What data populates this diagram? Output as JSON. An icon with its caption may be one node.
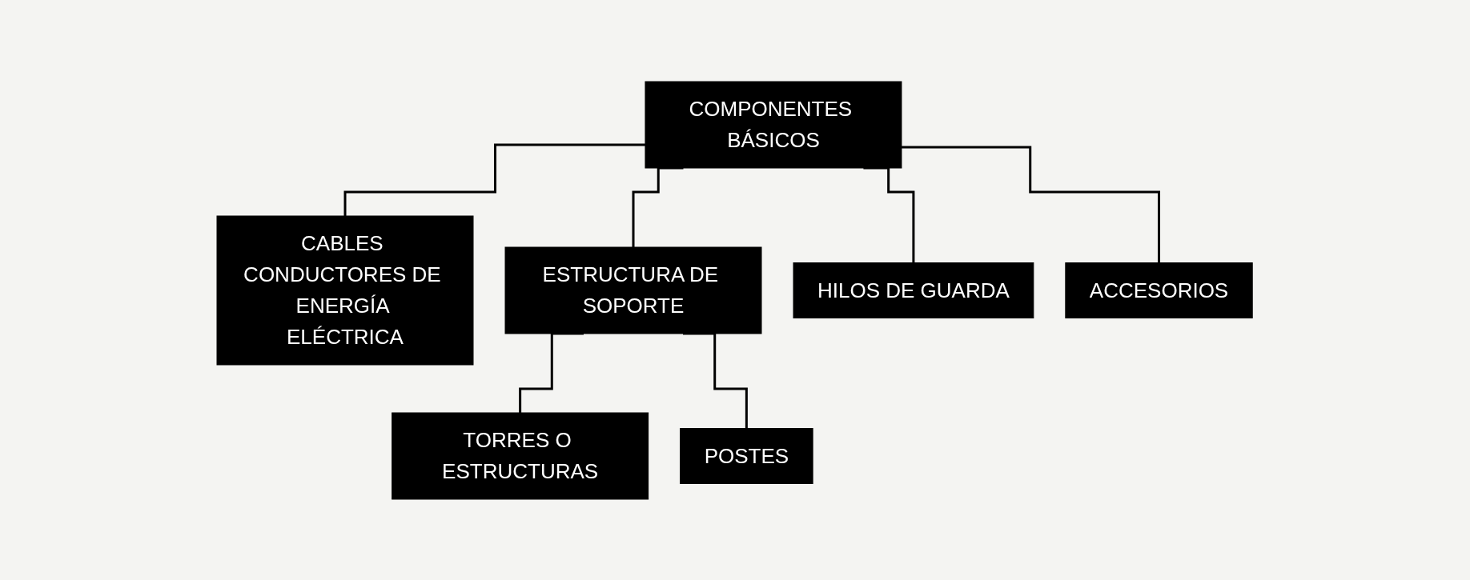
{
  "diagram": {
    "nodes": [
      {
        "text": [
          "COMPONENTES BÁSICOS"
        ]
      },
      {
        "text": [
          "CABLES CONDUCTORES DE ENERGÍA ELÉCTRICA"
        ]
      },
      {
        "text": [
          "ESTRUCTURA DE SOPORTE"
        ]
      },
      {
        "text": [
          "HILOS DE GUARDA"
        ]
      },
      {
        "text": [
          "ACCESORIOS"
        ]
      },
      {
        "text": [
          "TORRES O ESTRUCTURAS"
        ]
      },
      {
        "text": [
          "POSTES"
        ]
      }
    ],
    "edges": [
      {
        "from": 0,
        "to": 1,
        "arrow": "none"
      },
      {
        "from": 0,
        "to": 2,
        "arrow": "none"
      },
      {
        "from": 0,
        "to": 3,
        "arrow": "none"
      },
      {
        "from": 0,
        "to": 4,
        "arrow": "none"
      },
      {
        "from": 2,
        "to": 5,
        "arrow": "none"
      },
      {
        "from": 2,
        "to": 6,
        "arrow": "none"
      }
    ]
  }
}
